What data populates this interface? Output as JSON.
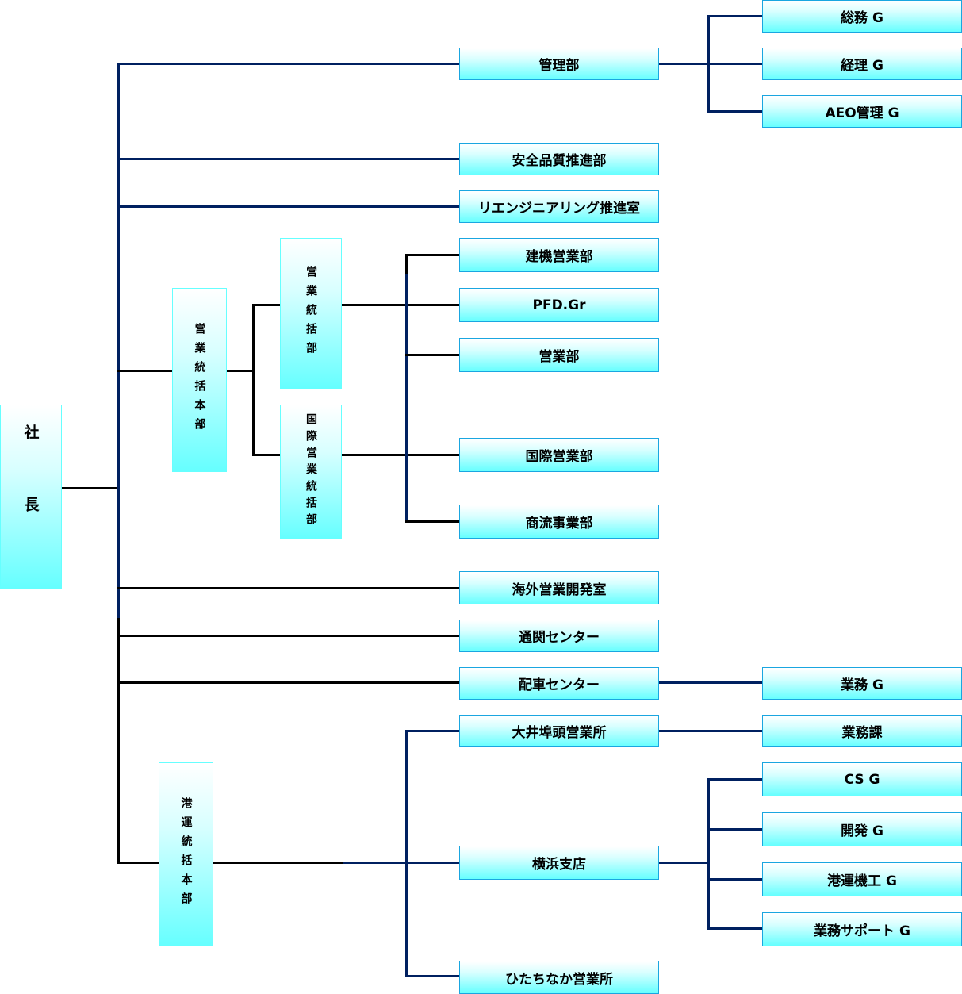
{
  "title": "組織図",
  "colors": {
    "line_primary": "#002060",
    "line_secondary": "#000000",
    "box_border": "#1aa6e0",
    "box_gradient_top": "#ffffff",
    "box_gradient_bottom": "#66ffff"
  },
  "president": {
    "label": "社長"
  },
  "direct_units": {
    "kanri": {
      "label": "管理部",
      "groups": [
        "総務 G",
        "経理 G",
        "AEO管理 G"
      ]
    },
    "anzen": {
      "label": "安全品質推進部"
    },
    "reeng": {
      "label": "リエンジニアリング推進室"
    },
    "kaigai": {
      "label": "海外営業開発室"
    },
    "tsukan": {
      "label": "通関センター"
    },
    "haisha": {
      "label": "配車センター",
      "groups": [
        "業務 G"
      ]
    }
  },
  "sales_hq": {
    "label": "営業統括本部",
    "divisions": [
      {
        "label": "営業統括部",
        "departments": [
          "建機営業部",
          "PFD.Gr",
          "営業部"
        ]
      },
      {
        "label": "国際営業統括部",
        "departments": [
          "国際営業部",
          "商流事業部"
        ]
      }
    ]
  },
  "port_hq": {
    "label": "港運統括本部",
    "offices": [
      {
        "label": "大井埠頭営業所",
        "groups": [
          "業務課"
        ]
      },
      {
        "label": "横浜支店",
        "groups": [
          "CS G",
          "開発 G",
          "港運機工 G",
          "業務サポート G"
        ]
      },
      {
        "label": "ひたちなか営業所"
      }
    ]
  }
}
